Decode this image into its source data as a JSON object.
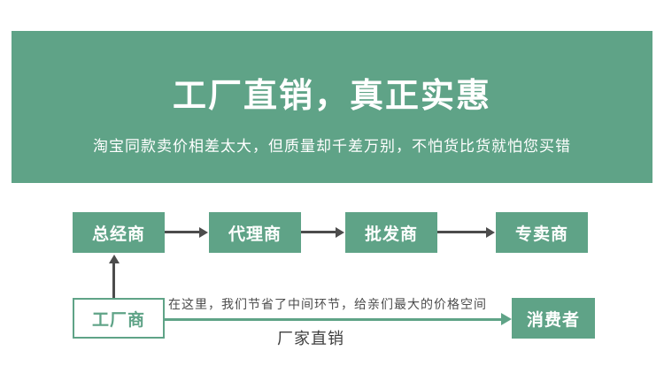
{
  "banner": {
    "title": "工厂直销，真正实惠",
    "subtitle": "淘宝同款卖价相差太大，但质量却千差万别，不怕货比货就怕您买错",
    "bg_color": "#5fa387"
  },
  "diagram": {
    "chain_nodes": [
      {
        "label": "总经商"
      },
      {
        "label": "代理商"
      },
      {
        "label": "批发商"
      },
      {
        "label": "专卖商"
      }
    ],
    "factory": {
      "label": "工厂商"
    },
    "consumer": {
      "label": "消费者"
    },
    "direct_caption_top": "在这里，我们节省了中间环节，给亲们最大的价格空间",
    "direct_caption_bottom": "厂家直销",
    "accent_color": "#5fa387",
    "arrow_color": "#4c4c4c"
  }
}
